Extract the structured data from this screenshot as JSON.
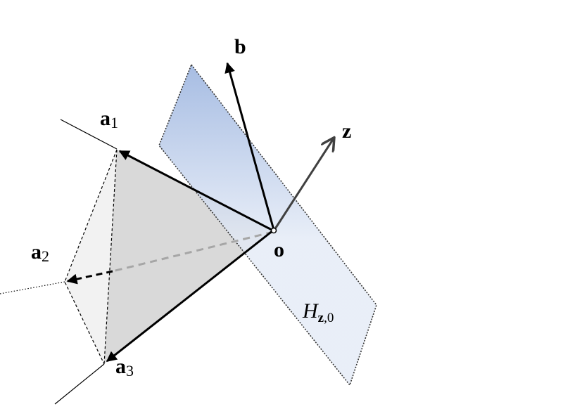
{
  "labels": {
    "a1": {
      "main": "a",
      "sub": "1"
    },
    "a2": {
      "main": "a",
      "sub": "2"
    },
    "a3": {
      "main": "a",
      "sub": "3"
    },
    "b": "b",
    "z": "z",
    "o": "o",
    "plane": {
      "main": "H",
      "sub_bold": "z",
      "sub_rest": ",0"
    }
  },
  "colors": {
    "plane_top": "#8eaadb",
    "plane_bottom": "#e3eaf6",
    "cone_face": "#d9d9d9",
    "cone_side": "#f2f2f2",
    "z_arrow": "#404040",
    "dashed_ray": "#a6a6a6"
  }
}
